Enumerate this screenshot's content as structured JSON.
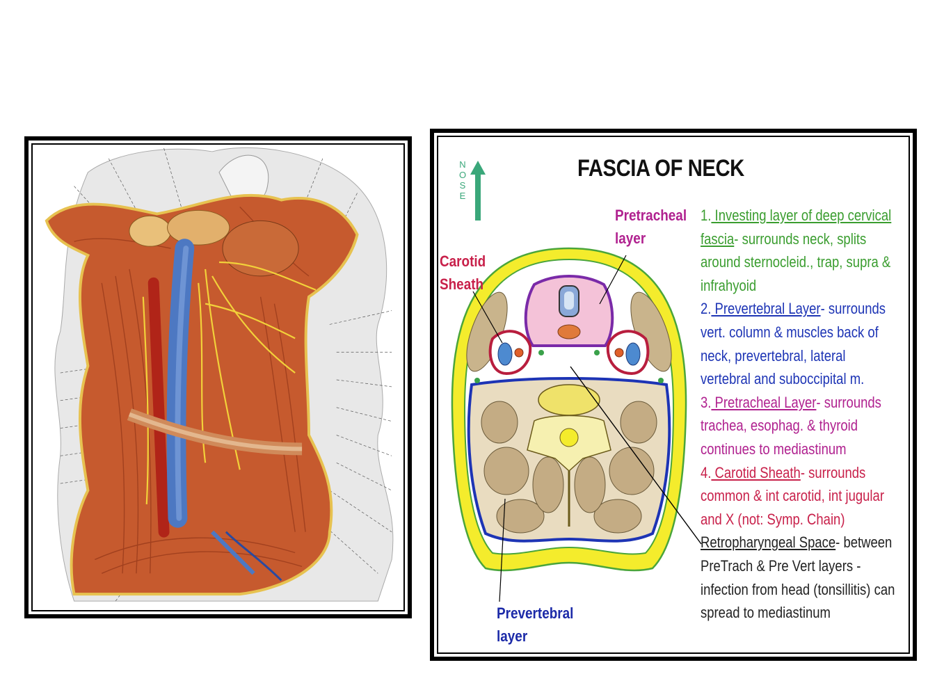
{
  "left_figure": {
    "image_name": "dissected-neck-illustration"
  },
  "right_figure": {
    "title": "FASCIA OF NECK",
    "compass": {
      "letters": [
        "N",
        "O",
        "S",
        "E"
      ]
    },
    "labels": {
      "pretracheal": [
        "Pretracheal",
        "layer"
      ],
      "carotid": [
        "Carotid",
        "Sheath"
      ],
      "prevertebral": [
        "Prevertebral",
        "layer"
      ]
    },
    "items": {
      "investing": {
        "number": "1.",
        "title_line1": " Investing layer of deep cervical",
        "title_line2": "fascia",
        "rest_line2": "- surrounds neck, splits",
        "line3": "around sternocleid., trap, supra &",
        "line4": "infrahyoid"
      },
      "prevertebral": {
        "number": "2.",
        "title": " Prevertebral Layer",
        "rest_line1": "- surrounds",
        "line2": "vert. column & muscles back of",
        "line3": "neck, prevertebral, lateral",
        "line4": "vertebral and suboccipital m."
      },
      "pretracheal": {
        "number": " 3.",
        "title": " Pretracheal Layer",
        "rest_line1": "- surrounds",
        "line2": "trachea, esophag. & thyroid",
        "line3": "continues to mediastinum"
      },
      "carotid": {
        "number": "4.",
        "title": " Carotid Sheath",
        "rest_line1": "- surrounds",
        "line2": "common & int carotid, int jugular",
        "line3": "and X (not: Symp. Chain)"
      },
      "retro": {
        "title": "Retropharyngeal Space",
        "rest_line1": "- between",
        "line2": "PreTrach & Pre Vert layers -",
        "line3": "infection from head (tonsillitis) can",
        "line4": "spread to mediastinum"
      }
    },
    "colors": {
      "investing": "#3a9d2f",
      "prevertebral": "#1d34b5",
      "pretracheal": "#b0218f",
      "carotid": "#c8204a",
      "nose_arrow": "#3aa77a"
    }
  }
}
